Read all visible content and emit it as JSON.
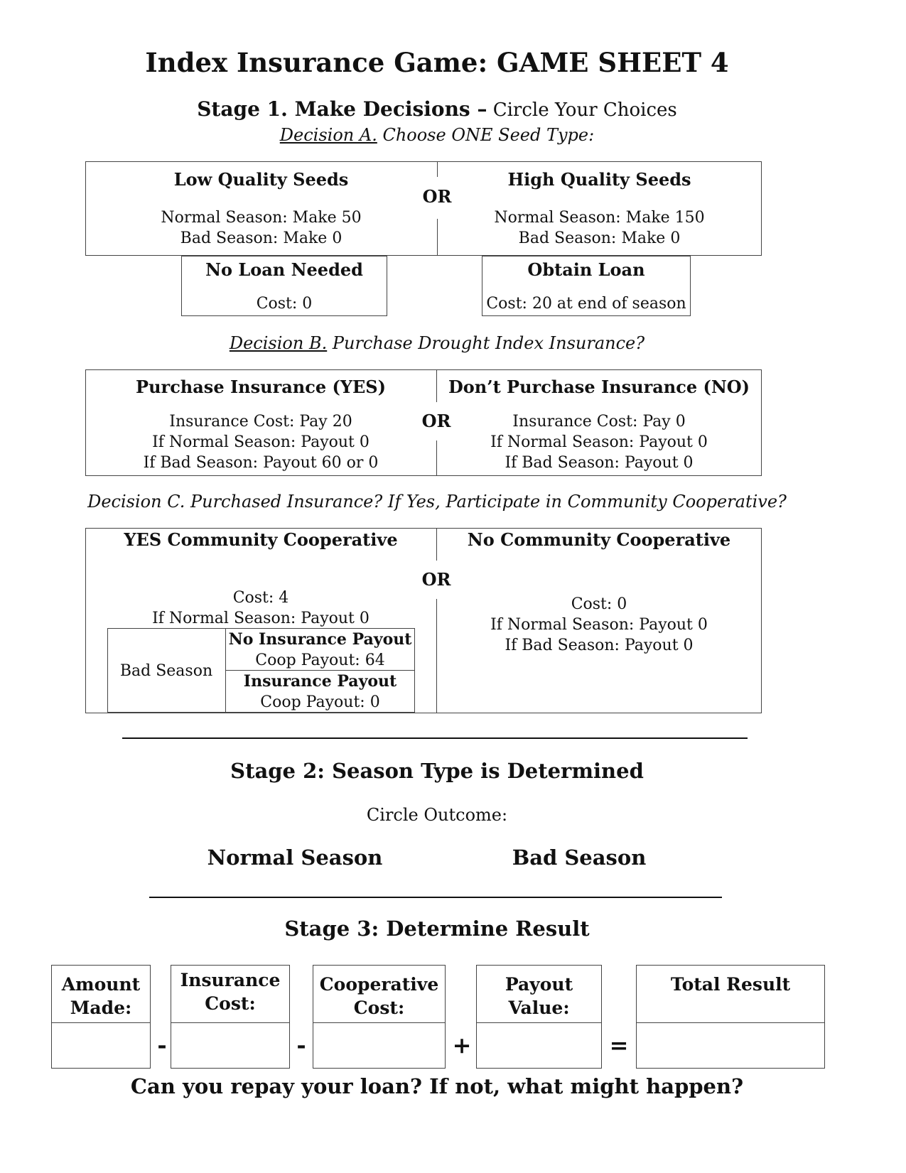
{
  "title": "Index Insurance Game: GAME SHEET 4",
  "stage1": {
    "heading_bold": "Stage 1. Make Decisions –",
    "heading_rest": "Circle Your Choices",
    "decision_a": {
      "label": "Decision A.",
      "text": " Choose ONE Seed Type:"
    },
    "low_seeds": {
      "title": "Low Quality  Seeds",
      "normal": "Normal Season: Make 50",
      "bad": "Bad Season: Make 0"
    },
    "high_seeds": {
      "title": "High Quality Seeds",
      "normal": "Normal Season: Make 150",
      "bad": "Bad Season: Make 0"
    },
    "or": "OR",
    "no_loan": {
      "title": "No Loan Needed",
      "cost": "Cost: 0"
    },
    "obtain_loan": {
      "title": "Obtain Loan",
      "cost": "Cost: 20 at end of season"
    },
    "decision_b": {
      "label": "Decision B.",
      "text": " Purchase Drought Index Insurance?"
    },
    "ins_yes": {
      "title": "Purchase Insurance (YES)",
      "cost": "Insurance Cost: Pay 20",
      "normal": "If Normal Season: Payout 0",
      "bad": "If Bad Season: Payout 60 or 0"
    },
    "ins_no": {
      "title": "Don’t Purchase Insurance (NO)",
      "cost": "Insurance Cost: Pay 0",
      "normal": "If Normal Season: Payout 0",
      "bad": "If Bad Season: Payout 0"
    },
    "decision_c": "Decision C. Purchased Insurance? If Yes, Participate in Community Cooperative?",
    "coop_yes": {
      "title": "YES Community Cooperative",
      "cost": "Cost: 4",
      "normal": "If Normal Season: Payout 0",
      "bad_label": "Bad Season",
      "no_ins_title": "No Insurance Payout",
      "no_ins_payout": "Coop Payout: 64",
      "ins_title": "Insurance Payout",
      "ins_payout": "Coop Payout: 0"
    },
    "coop_no": {
      "title": "No Community Cooperative",
      "cost": "Cost: 0",
      "normal": "If Normal Season: Payout 0",
      "bad": "If Bad Season: Payout 0"
    }
  },
  "stage2": {
    "heading": "Stage 2: Season Type is Determined",
    "prompt": "Circle Outcome:",
    "normal": "Normal Season",
    "bad": "Bad Season"
  },
  "stage3": {
    "heading": "Stage 3: Determine Result",
    "amount_made": "Amount Made:",
    "insurance_cost": "Insurance Cost:",
    "coop_cost": "Cooperative Cost:",
    "payout_value": "Payout Value:",
    "total_result": "Total Result",
    "op_minus": "-",
    "op_plus": "+",
    "op_equals": "=",
    "question": "Can you repay your loan?  If not, what might happen?"
  }
}
